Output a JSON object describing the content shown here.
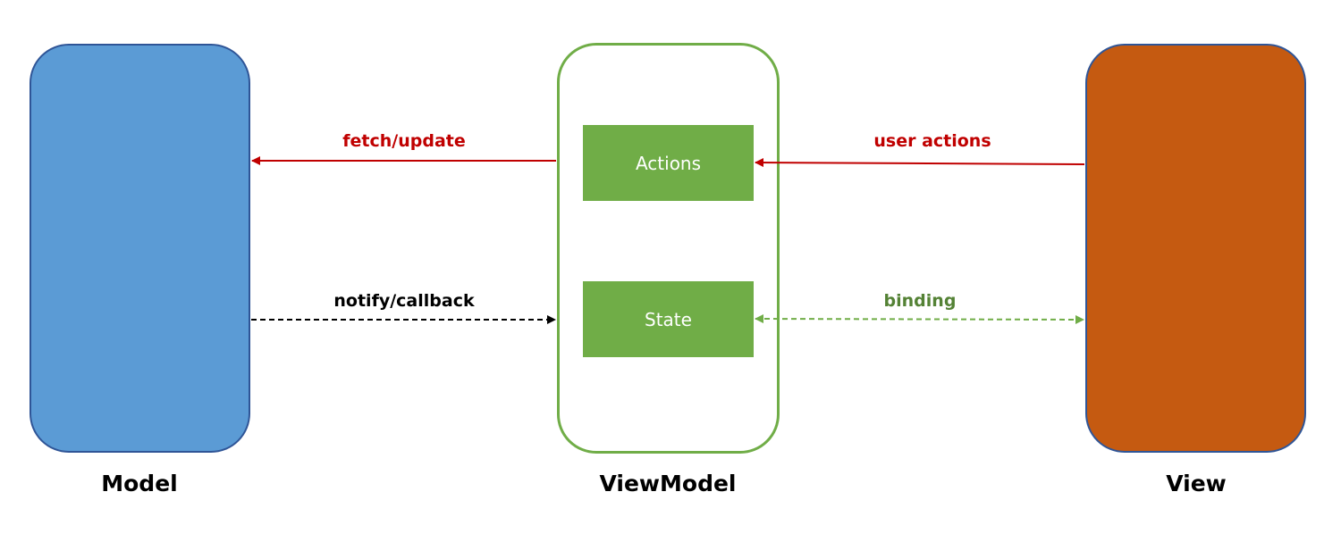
{
  "nodes": {
    "model": {
      "label": "Model",
      "fill": "#5b9bd5"
    },
    "viewmodel": {
      "label": "ViewModel",
      "border": "#70ad47",
      "actions_label": "Actions",
      "state_label": "State"
    },
    "view": {
      "label": "View",
      "fill": "#c55a11"
    }
  },
  "edges": {
    "fetch_update": {
      "label": "fetch/update",
      "color": "#c00000",
      "style": "solid",
      "direction": "viewmodel-to-model"
    },
    "user_actions": {
      "label": "user actions",
      "color": "#c00000",
      "style": "solid",
      "direction": "view-to-actions"
    },
    "notify_callback": {
      "label": "notify/callback",
      "color": "#000000",
      "style": "dashed",
      "direction": "model-to-viewmodel"
    },
    "binding": {
      "label": "binding",
      "color": "#70ad47",
      "style": "dashed",
      "direction": "bidirectional"
    }
  }
}
